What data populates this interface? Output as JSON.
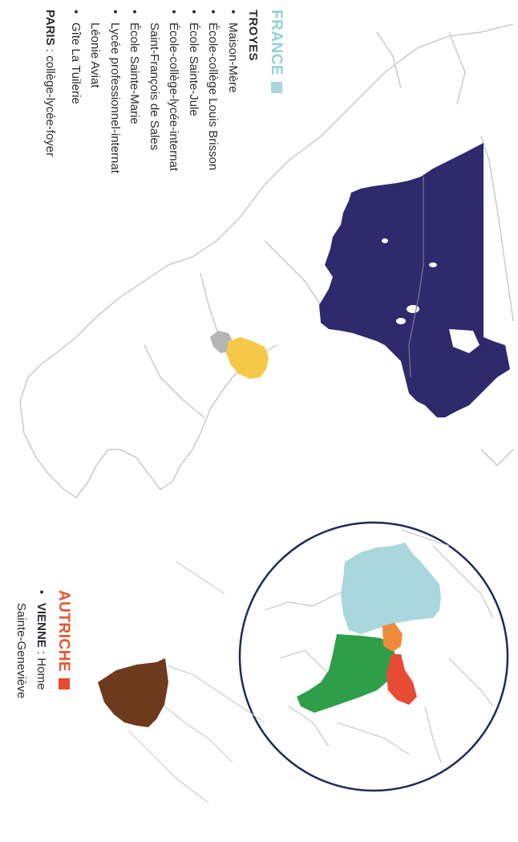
{
  "france": {
    "title": "FRANCE",
    "title_color": "#8fd3d6",
    "troyes": {
      "heading": "TROYES",
      "items": [
        "Maison-Mère",
        "École-collège Louis Brisson",
        "École Sainte-Jule",
        "École-collège-lycée-internat",
        "Saint-François de Sales",
        "École Sainte-Marie",
        "Lycée professionnel-internat",
        "Léonie Aviat",
        "Gîte La Tuilerie"
      ]
    },
    "paris": {
      "label": "PARIS",
      "text": " : collège-lycée-foyer"
    }
  },
  "autriche": {
    "title": "AUTRICHE",
    "title_color": "#e8542f",
    "vienne": {
      "label": "VIENNE",
      "text": " : Home",
      "line2": "Sainte-Geneviève"
    }
  },
  "map_colors": {
    "canada": "#2e2a6b",
    "yellow": "#f6c84a",
    "gray": "#b5b5b5",
    "france": "#a9d7dc",
    "spain": "#2f9e49",
    "orange": "#ee8b3a",
    "red": "#e64b33",
    "brown": "#6e3a1d",
    "borders": "#c9ced3",
    "circle": "#1f2b57"
  }
}
